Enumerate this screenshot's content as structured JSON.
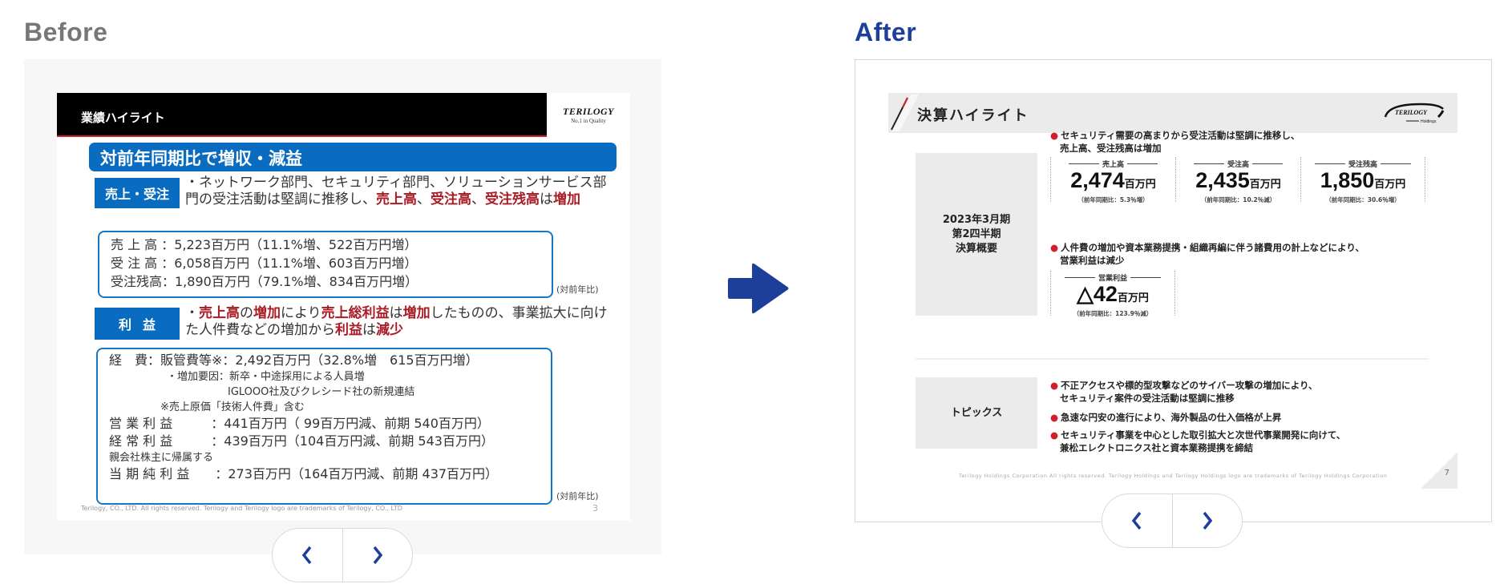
{
  "headings": {
    "before": "Before",
    "after": "After"
  },
  "before_slide": {
    "header_title": "業績ハイライト",
    "logo": {
      "brand": "TERILOGY",
      "tagline": "No.1 in Quality"
    },
    "banner": "対前年同期比で増収・減益",
    "section_sales": {
      "tag": "売上・受注",
      "bullet_parts": [
        {
          "text": "・ネットワーク部門、セキュリティ部門、ソリューションサービス部門の受注活動は堅調に推移し、",
          "emph": false
        },
        {
          "text": "売上高",
          "emph": true
        },
        {
          "text": "、",
          "emph": false
        },
        {
          "text": "受注高",
          "emph": true
        },
        {
          "text": "、",
          "emph": false
        },
        {
          "text": "受注残高",
          "emph": true
        },
        {
          "text": "は",
          "emph": false
        },
        {
          "text": "増加",
          "emph": true
        }
      ],
      "rows": [
        "売 上 高 ：5,223百万円（11.1%増、522百万円増）",
        "受 注 高 ：6,058百万円（11.1%増、603百万円増）",
        "受注残高：1,890百万円（79.1%増、834百万円増）"
      ],
      "yoy_note": "(対前年比)"
    },
    "section_profit": {
      "tag": "利益",
      "bullet_parts": [
        {
          "text": "・",
          "emph": false
        },
        {
          "text": "売上高",
          "emph": true
        },
        {
          "text": "の",
          "emph": false
        },
        {
          "text": "増加",
          "emph": true
        },
        {
          "text": "により",
          "emph": false
        },
        {
          "text": "売上総利益",
          "emph": true
        },
        {
          "text": "は",
          "emph": false
        },
        {
          "text": "増加",
          "emph": true
        },
        {
          "text": "したものの、事業拡大に向けた人件費などの増加から",
          "emph": false
        },
        {
          "text": "利益",
          "emph": true
        },
        {
          "text": "は",
          "emph": false
        },
        {
          "text": "減少",
          "emph": true
        }
      ],
      "rows": {
        "expenses": "経　費：販管費等※：2,492百万円（32.8%増　615百万円増）",
        "factor_1": "・増加要因：新卒・中途採用による人員増",
        "factor_2": "IGLOOO社及びクレシード社の新規連結",
        "footnote": "※売上原価「技術人件費」含む",
        "operating_profit": "営 業 利 益　　　：441百万円（ 99百万円減、前期 540百万円）",
        "ordinary_profit": "経 常 利 益　　　：439百万円（104百万円減、前期 543百万円）",
        "net_profit_label": "親会社株主に帰属する",
        "net_profit": "当 期 純 利 益　　：273百万円（164百万円減、前期 437百万円）"
      },
      "yoy_note": "(対前年比)"
    },
    "footer": "Terilogy, CO., LTD. All rights reserved. Terilogy and Terilogy logo are trademarks of Terilogy, CO., LTD",
    "page_number": "3"
  },
  "after_slide": {
    "header_title": "決算ハイライト",
    "logo": {
      "brand": "TERILOGY",
      "tagline": "Holdings"
    },
    "summary": {
      "label_lines": [
        "2023年3月期",
        "第2四半期",
        "決算概要"
      ],
      "bullet1": {
        "line1": "セキュリティ需要の高まりから受注活動は堅調に推移し、",
        "line2": "売上高、受注残高は増加"
      },
      "metrics": [
        {
          "label": "売上高",
          "value": "2,474",
          "unit": "百万円",
          "note": "（前年同期比：5.3％増）"
        },
        {
          "label": "受注高",
          "value": "2,435",
          "unit": "百万円",
          "note": "（前年同期比：10.2％減）"
        },
        {
          "label": "受注残高",
          "value": "1,850",
          "unit": "百万円",
          "note": "（前年同期比：30.6％増）"
        }
      ],
      "bullet2": {
        "line1": "人件費の増加や資本業務提携・組織再編に伴う諸費用の計上などにより、",
        "line2": "営業利益は減少"
      },
      "op_metric": {
        "label": "営業利益",
        "value": "△42",
        "unit": "百万円",
        "note": "（前年同期比：123.9％減）"
      }
    },
    "topics": {
      "label": "トピックス",
      "items": [
        {
          "line1": "不正アクセスや標的型攻撃などのサイバー攻撃の増加により、",
          "line2": "セキュリティ案件の受注活動は堅調に推移"
        },
        {
          "line1": "急速な円安の進行により、海外製品の仕入価格が上昇",
          "line2": ""
        },
        {
          "line1": "セキュリティ事業を中心とした取引拡大と次世代事業開発に向けて、",
          "line2": "兼松エレクトロニクス社と資本業務提携を締結"
        }
      ]
    },
    "footer": "Terilogy Holdings Corporation All rights reserved. Terilogy Holdings and Terilogy Holdings logo are trademarks of Terilogy Holdings Corporation",
    "page_number": "7"
  },
  "nav": {
    "prev_icon": "chevron-left",
    "next_icon": "chevron-right"
  },
  "colors": {
    "accent_blue": "#1d3f99",
    "slide_blue": "#0a6cc0",
    "emphasis_red": "#a81c25",
    "bullet_red": "#d0212b"
  }
}
